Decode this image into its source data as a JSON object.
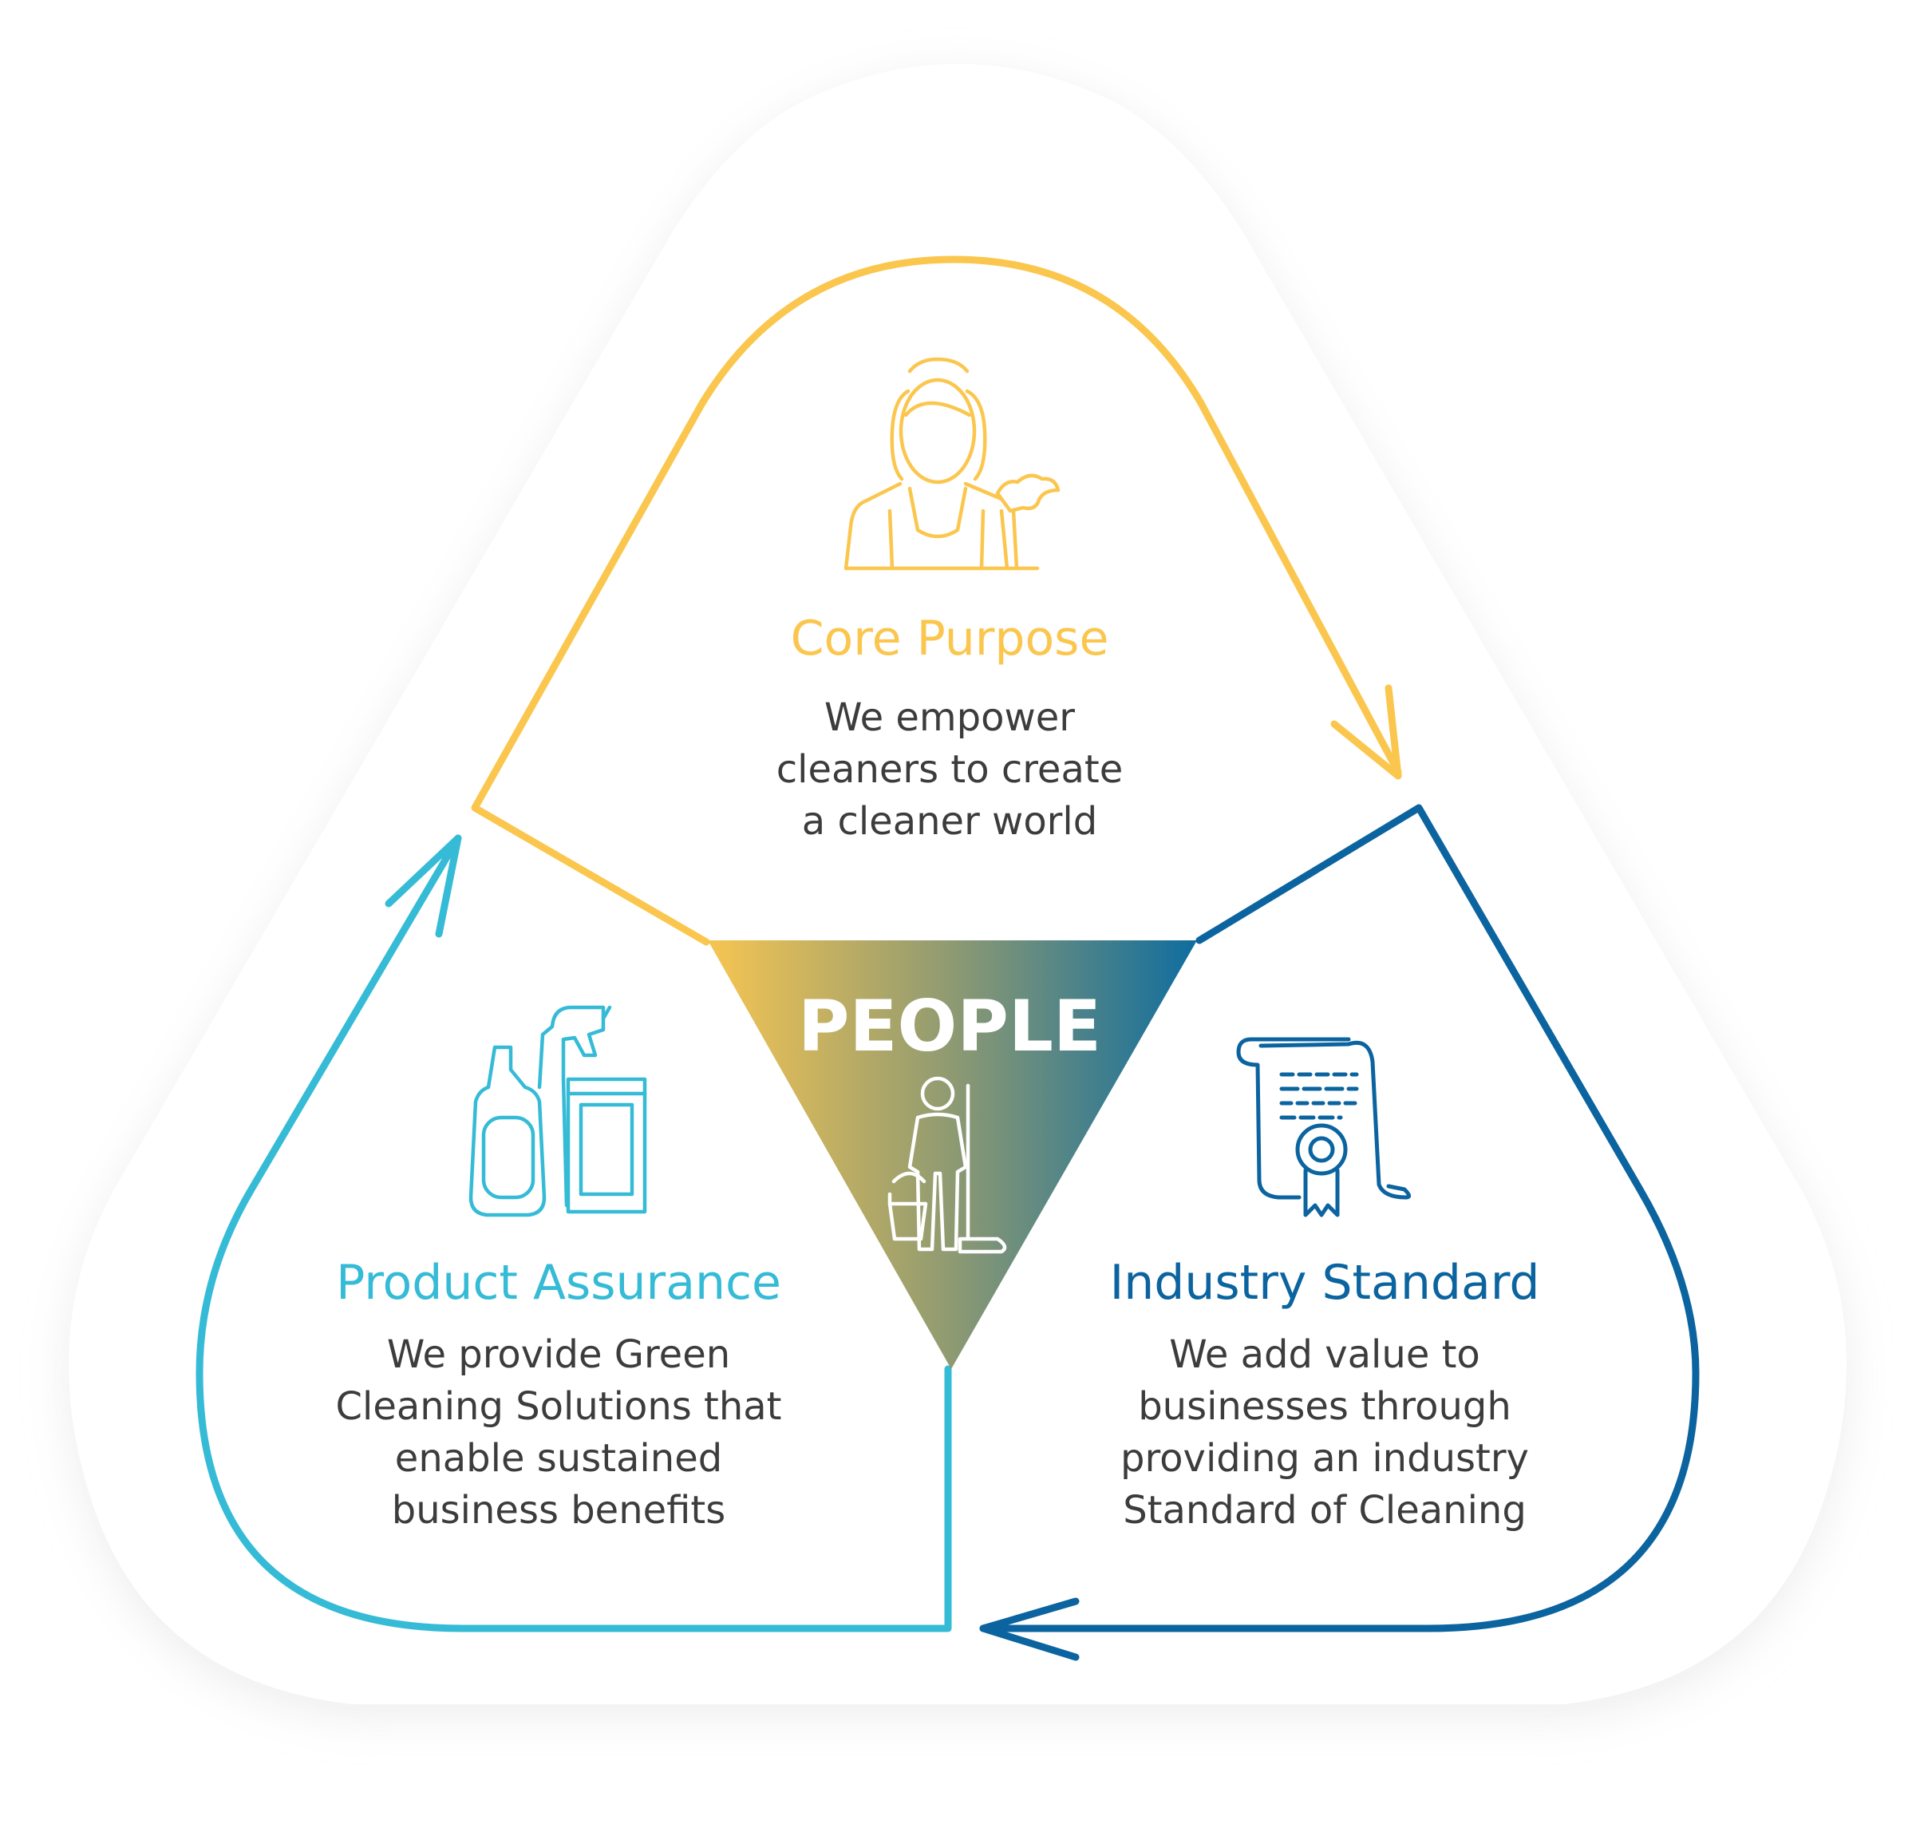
{
  "center": {
    "label": "PEOPLE",
    "icon": "cleaner-with-mop-icon"
  },
  "sections": {
    "core_purpose": {
      "title": "Core Purpose",
      "lines": [
        "We empower",
        "cleaners to create",
        "a cleaner world"
      ],
      "icon": "maid-with-duster-icon",
      "color": "#fbc64e"
    },
    "product_assurance": {
      "title": "Product Assurance",
      "lines": [
        "We provide Green",
        "Cleaning Solutions that",
        "enable sustained",
        "business benefits"
      ],
      "icon": "cleaning-products-icon",
      "color": "#35bbd6"
    },
    "industry_standard": {
      "title": "Industry Standard",
      "lines": [
        "We add value to",
        "businesses through",
        "providing an industry",
        "Standard of Cleaning"
      ],
      "icon": "certificate-scroll-icon",
      "color": "#0b649f"
    }
  }
}
